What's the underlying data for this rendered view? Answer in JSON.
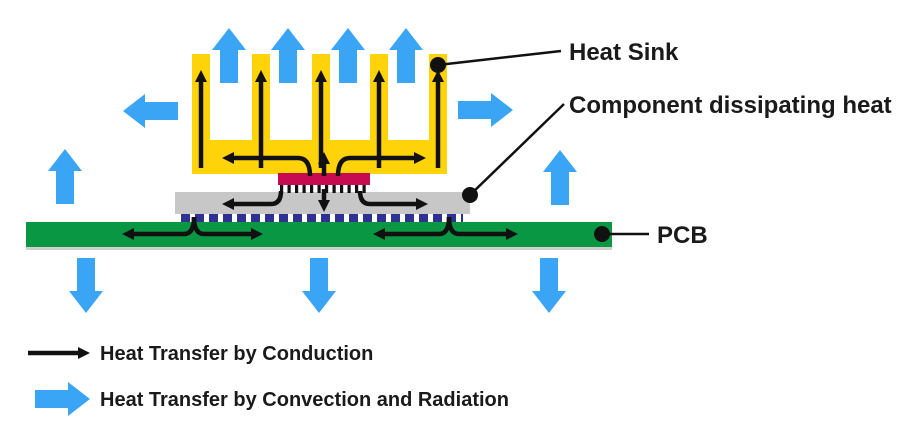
{
  "labels": {
    "heat_sink": "Heat Sink",
    "component": "Component dissipating heat",
    "pcb": "PCB"
  },
  "legend": {
    "items": [
      {
        "symbol": "conduction-arrow",
        "label": "Heat Transfer by Conduction"
      },
      {
        "symbol": "convection-arrow",
        "label": "Heat Transfer by Convection and Radiation"
      }
    ]
  },
  "colors": {
    "background": "#FFFFFF",
    "heat_sink_yellow": "#FFD30A",
    "component_red": "#C60B52",
    "substrate_gray": "#C7C7C7",
    "pcb_green": "#0A9743",
    "pcb_shadow": "#CFCFCF",
    "solder_blue": "#2E3192",
    "convection_blue": "#3AA5F4",
    "conduction_black": "#111111"
  }
}
